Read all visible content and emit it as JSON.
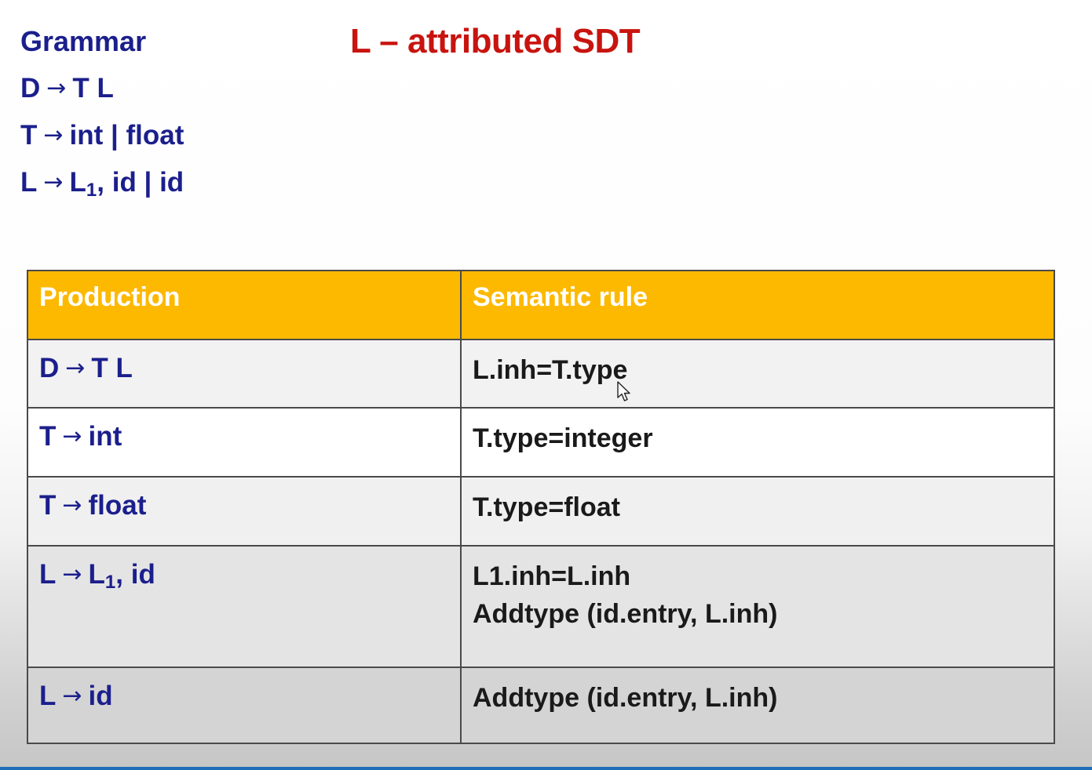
{
  "title": "L – attributed SDT",
  "grammar": {
    "heading": "Grammar",
    "rules": [
      {
        "lhs": "D",
        "arrow": "→",
        "rhs": "T L",
        "sub": "",
        "rhs_tail": ""
      },
      {
        "lhs": "T",
        "arrow": "→",
        "rhs": "int | float",
        "sub": "",
        "rhs_tail": ""
      },
      {
        "lhs": "L",
        "arrow": "→",
        "rhs": "L",
        "sub": "1",
        "rhs_tail": ", id | id"
      }
    ]
  },
  "table": {
    "headers": [
      "Production",
      "Semantic rule"
    ],
    "header_color": "#FDB900",
    "rows": [
      {
        "prod_lhs": "D",
        "arrow": "→",
        "prod_rhs": "T L",
        "prod_sub": "",
        "prod_tail": "",
        "rules": [
          "L.inh=T.type"
        ]
      },
      {
        "prod_lhs": "T",
        "arrow": "→",
        "prod_rhs": "int",
        "prod_sub": "",
        "prod_tail": "",
        "rules": [
          "T.type=integer"
        ]
      },
      {
        "prod_lhs": "T",
        "arrow": "→",
        "prod_rhs": "float",
        "prod_sub": "",
        "prod_tail": "",
        "rules": [
          "T.type=float"
        ]
      },
      {
        "prod_lhs": "L",
        "arrow": "→",
        "prod_rhs": "L",
        "prod_sub": "1",
        "prod_tail": ", id",
        "rules": [
          "L1.inh=L.inh",
          "Addtype (id.entry, L.inh)"
        ]
      },
      {
        "prod_lhs": "L",
        "arrow": "→",
        "prod_rhs": "id",
        "prod_sub": "",
        "prod_tail": "",
        "rules": [
          "Addtype (id.entry, L.inh)"
        ]
      }
    ]
  },
  "colors": {
    "title": "#C8140F",
    "grammar_text": "#1B1F8C",
    "rule_text": "#1A1A1A"
  },
  "cursor": "mouse-pointer-icon"
}
